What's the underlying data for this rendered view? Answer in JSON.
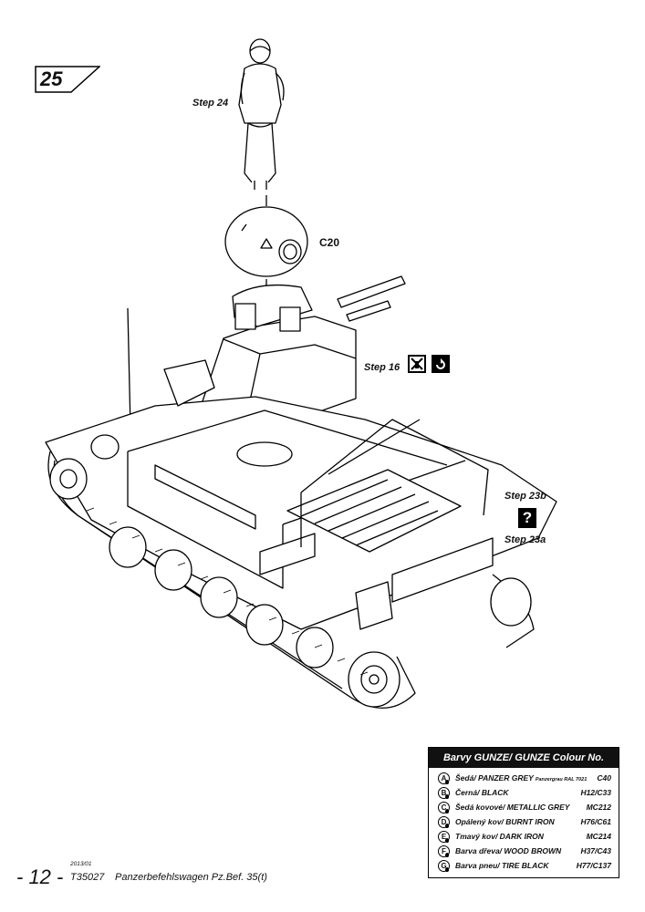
{
  "step": {
    "number": "25"
  },
  "labels": {
    "step24": "Step 24",
    "c20": "C20",
    "step16": "Step 16",
    "step23b": "Step 23b",
    "step23a": "Step 23a",
    "question": "?"
  },
  "colour_table": {
    "title": "Barvy GUNZE/ GUNZE Colour No.",
    "rows": [
      {
        "letter": "A",
        "name": "Šedá/ PANZER GREY",
        "sub": "Panzergrau RAL 7021",
        "code": "C40"
      },
      {
        "letter": "B",
        "name": "Černá/ BLACK",
        "sub": "",
        "code": "H12/C33"
      },
      {
        "letter": "C",
        "name": "Šedá kovové/ METALLIC GREY",
        "sub": "",
        "code": "MC212"
      },
      {
        "letter": "D",
        "name": "Opálený kov/ BURNT IRON",
        "sub": "",
        "code": "H76/C61"
      },
      {
        "letter": "E",
        "name": "Tmavý kov/ DARK IRON",
        "sub": "",
        "code": "MC214"
      },
      {
        "letter": "F",
        "name": "Barva dřeva/ WOOD BROWN",
        "sub": "",
        "code": "H37/C43"
      },
      {
        "letter": "G",
        "name": "Barva pneu/ TIRE BLACK",
        "sub": "",
        "code": "H77/C137"
      }
    ]
  },
  "footer": {
    "page": "- 12 -",
    "date": "2013/01",
    "code": "T35027",
    "title": "Panzerbefehlswagen Pz.Bef. 35(t)"
  },
  "icons": [
    "step-number-tag",
    "no-glue-icon",
    "rotate-icon",
    "question-icon",
    "paint-drop-icon"
  ]
}
